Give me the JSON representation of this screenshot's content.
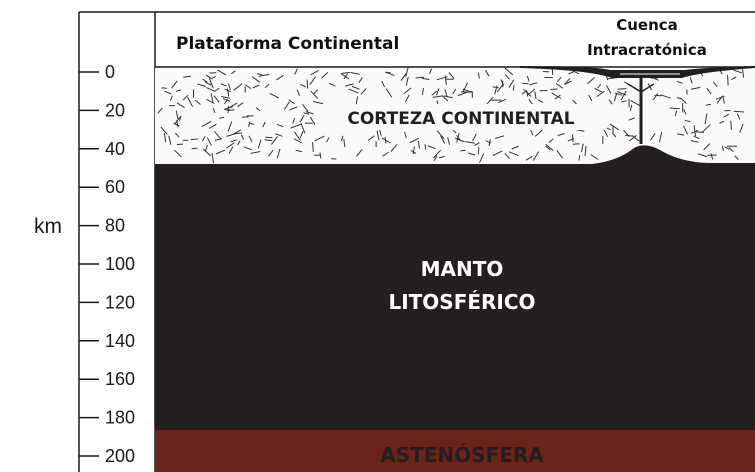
{
  "diagram": {
    "unit_label": "km",
    "depth_ticks": [
      "0",
      "20",
      "40",
      "60",
      "80",
      "100",
      "120",
      "140",
      "160",
      "180",
      "200"
    ],
    "headers": {
      "platform": "Plataforma Continental",
      "basin_line1": "Cuenca",
      "basin_line2": "Intracratónica"
    },
    "layers": {
      "crust": {
        "label": "CORTEZA CONTINENTAL",
        "fill": "#fafafa",
        "texture": "#333333"
      },
      "mantle": {
        "label_line1": "MANTO",
        "label_line2": "LITOSFÉRICO",
        "fill": "#231f20",
        "text_color": "#ffffff"
      },
      "asthenosphere": {
        "label": "ASTENÓSFERA",
        "fill": "#6b2419",
        "text_color": "#231f20"
      }
    }
  }
}
